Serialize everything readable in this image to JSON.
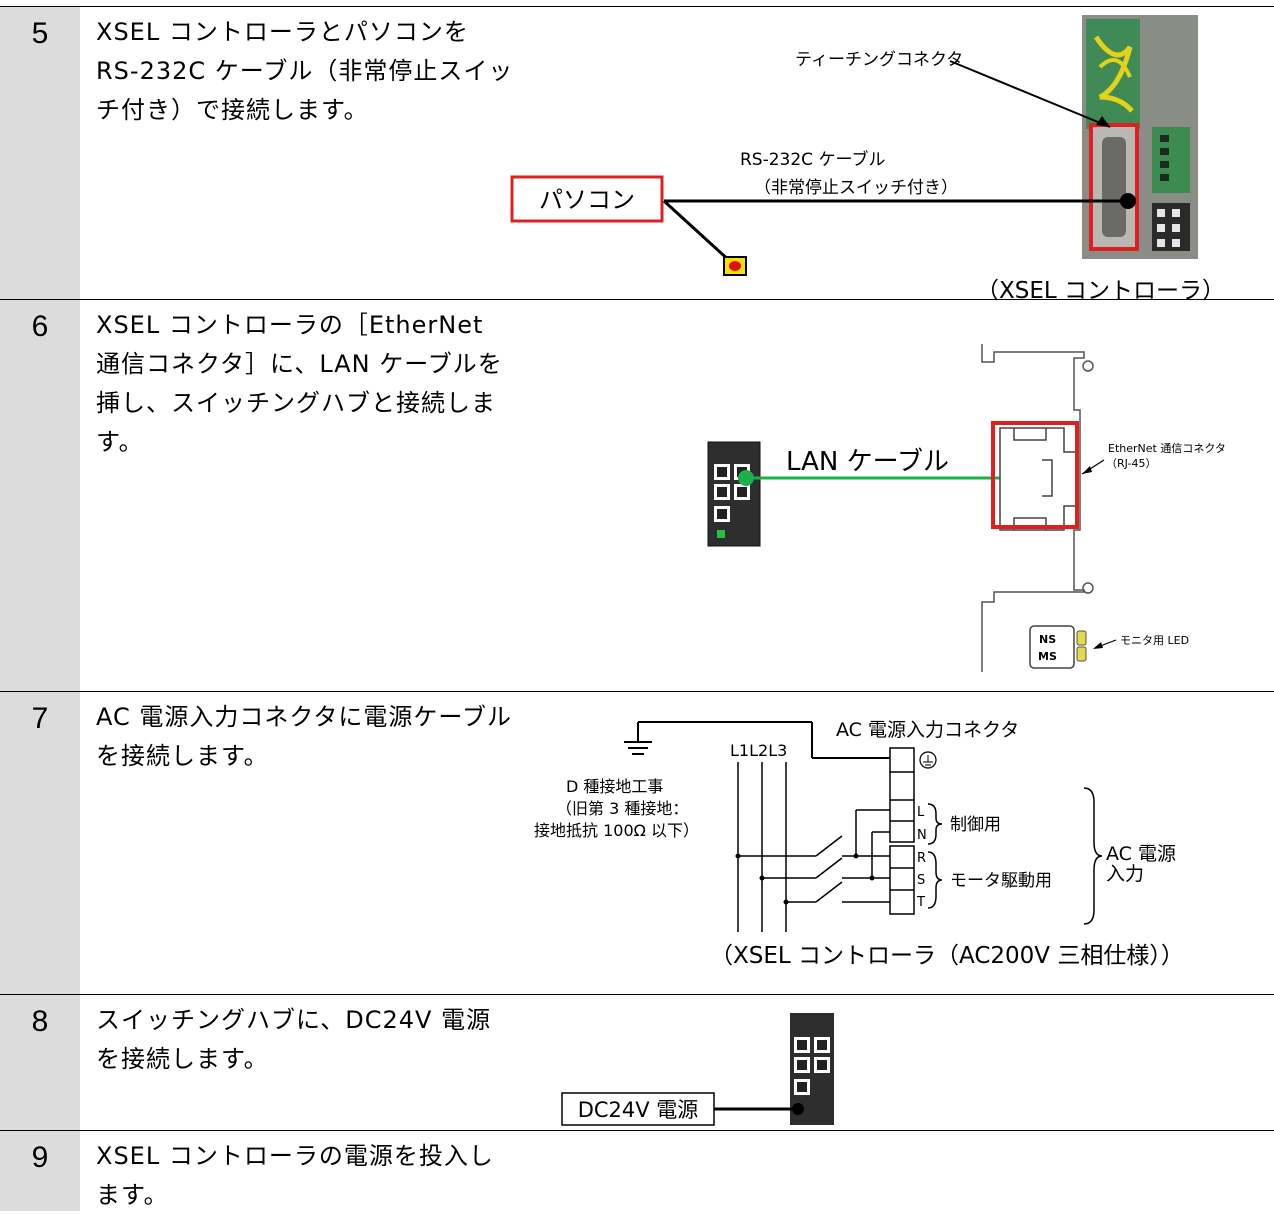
{
  "steps": [
    {
      "number": "5",
      "text": "XSEL コントローラとパソコンを RS-232C ケーブル（非常停止スイッチ付き）で接続します。"
    },
    {
      "number": "6",
      "text": "XSEL コントローラの［EtherNet 通信コネクタ］に、LAN ケーブルを挿し、スイッチングハブと接続します。"
    },
    {
      "number": "7",
      "text": "AC 電源入力コネクタに電源ケーブルを接続します。"
    },
    {
      "number": "8",
      "text": "スイッチングハブに、DC24V 電源を接続します。"
    },
    {
      "number": "9",
      "text": "XSEL コントローラの電源を投入します。"
    }
  ],
  "step5_figure": {
    "teaching_connector": "ティーチングコネクタ",
    "cable_line1": "RS-232C ケーブル",
    "cable_line2": "（非常停止スイッチ付き）",
    "pc_label": "パソコン",
    "caption": "（XSEL コントローラ）"
  },
  "step6_figure": {
    "lan_cable": "LAN ケーブル",
    "connector_line1": "EtherNet 通信コネクタ",
    "connector_line2": "（RJ-45）",
    "ns": "NS",
    "ms": "MS",
    "led_label": "モニタ用 LED"
  },
  "step7_figure": {
    "connector_title": "AC 電源入力コネクタ",
    "ground_line1": "D 種接地工事",
    "ground_line2": "（旧第 3 種接地：",
    "ground_line3": "接地抵抗 100Ω 以下）",
    "phases": "L1L2L3",
    "term_l": "L",
    "term_n": "N",
    "term_r": "R",
    "term_s": "S",
    "term_t": "T",
    "control": "制御用",
    "motor": "モータ駆動用",
    "ac_input_line1": "AC 電源",
    "ac_input_line2": "入力",
    "caption": "（XSEL コントローラ（AC200V 三相仕様））"
  },
  "step8_figure": {
    "dc_label": "DC24V 電源"
  }
}
